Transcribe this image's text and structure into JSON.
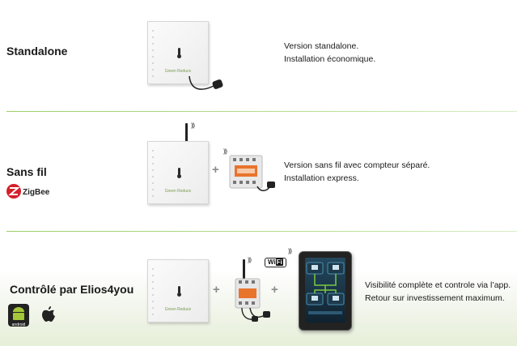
{
  "rows": [
    {
      "title": "Standalone",
      "desc": [
        "Version standalone.",
        "Installation économique."
      ]
    },
    {
      "title": "Sans fil",
      "brand": "ZigBee",
      "desc": [
        "Version sans fil avec compteur séparé.",
        "Installation express."
      ]
    },
    {
      "title": "Contrôlé par Elios4you",
      "desc": [
        "Visibilité complète et controle via l’app.",
        "Retour sur investissement maximum."
      ]
    }
  ],
  "device_logo": "Green Reduce",
  "plus": "+",
  "wifi": {
    "wi": "Wi",
    "fi": "Fi"
  },
  "os_icons": [
    "android-icon",
    "apple-icon"
  ],
  "colors": {
    "separator": "#9ccf6a",
    "brand_green": "#6a9c2c",
    "zigbee_red": "#d4202a"
  }
}
